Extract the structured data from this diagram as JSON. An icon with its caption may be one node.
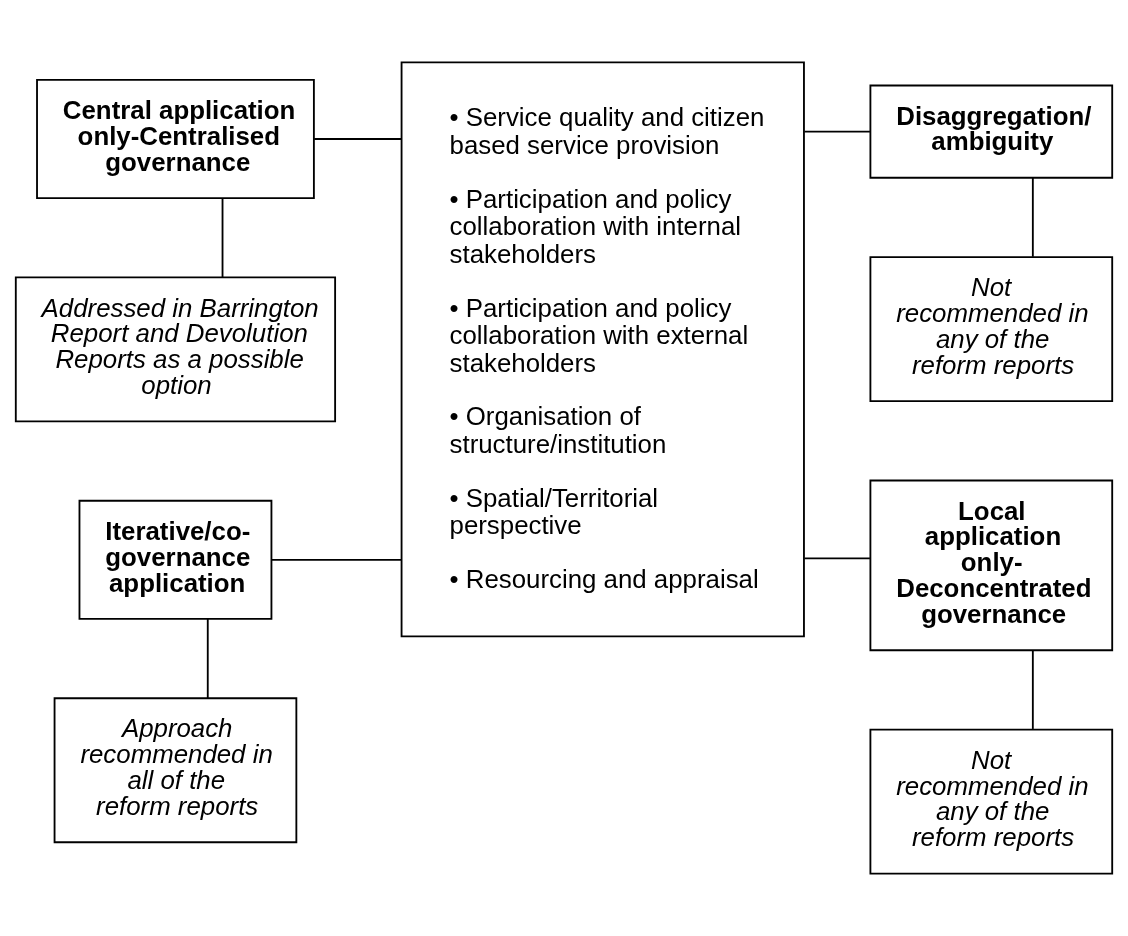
{
  "diagram": {
    "nodes": [
      {
        "text": [
          "Central application only-Centralised governance"
        ]
      },
      {
        "text": [
          "• Service quality and citizen based service provision",
          "• Participation and policy collaboration with internal stakeholders",
          "• Participation and policy collaboration with external stakeholders",
          "• Organisation of structure/institution",
          "• Spatial/Territorial perspective",
          "• Resourcing and appraisal"
        ]
      },
      {
        "text": [
          "Disaggregation/ ambiguity"
        ]
      },
      {
        "text": [
          "Addressed in Barrington Report and Devolution Reports as a possible option"
        ]
      },
      {
        "text": [
          "Not recommended in any of the reform reports"
        ]
      },
      {
        "text": [
          "Iterative/co-governance application"
        ]
      },
      {
        "text": [
          "Local application only-Deconcentrated governance"
        ]
      },
      {
        "text": [
          "Approach recommended in all of the reform reports"
        ]
      },
      {
        "text": [
          "Not recommended in any of the reform reports"
        ]
      }
    ],
    "edges": [
      {
        "from": 0,
        "to": 1,
        "arrow": "none"
      },
      {
        "from": 1,
        "to": 2,
        "arrow": "none"
      },
      {
        "from": 0,
        "to": 3,
        "arrow": "none"
      },
      {
        "from": 2,
        "to": 4,
        "arrow": "none"
      },
      {
        "from": 5,
        "to": 1,
        "arrow": "none"
      },
      {
        "from": 1,
        "to": 6,
        "arrow": "none"
      },
      {
        "from": 5,
        "to": 7,
        "arrow": "none"
      },
      {
        "from": 6,
        "to": 8,
        "arrow": "none"
      }
    ]
  }
}
